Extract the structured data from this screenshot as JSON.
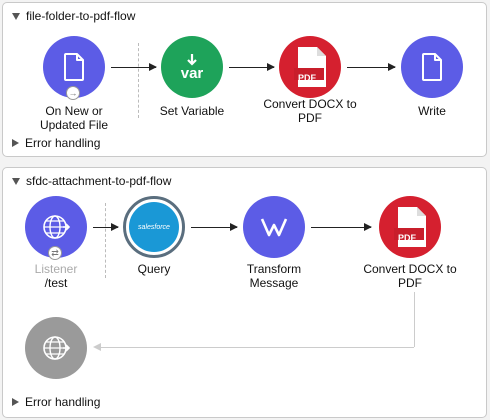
{
  "flows": [
    {
      "name": "file-folder-to-pdf-flow",
      "nodes": [
        {
          "label": "On New or\nUpdated File",
          "icon": "document-icon"
        },
        {
          "label": "Set Variable",
          "icon": "var-icon",
          "icon_text": "var"
        },
        {
          "label": "Convert DOCX to\nPDF",
          "icon": "pdf-icon",
          "icon_text": "PDF"
        },
        {
          "label": "Write",
          "icon": "document-icon"
        }
      ],
      "error_handling": "Error handling"
    },
    {
      "name": "sfdc-attachment-to-pdf-flow",
      "nodes": [
        {
          "label": "Listener",
          "sublabel": "/test",
          "icon": "globe-icon"
        },
        {
          "label": "Query",
          "icon": "salesforce-icon",
          "icon_text": "salesforce"
        },
        {
          "label": "Transform\nMessage",
          "icon": "transform-icon"
        },
        {
          "label": "Convert DOCX to\nPDF",
          "icon": "pdf-icon",
          "icon_text": "PDF"
        }
      ],
      "error_handling": "Error handling"
    }
  ],
  "colors": {
    "connector_purple": "#5c5ce6",
    "var_green": "#1ea35a",
    "pdf_red": "#d5202f",
    "salesforce_blue": "#1a98d6",
    "disabled_gray": "#9a9a9a"
  }
}
